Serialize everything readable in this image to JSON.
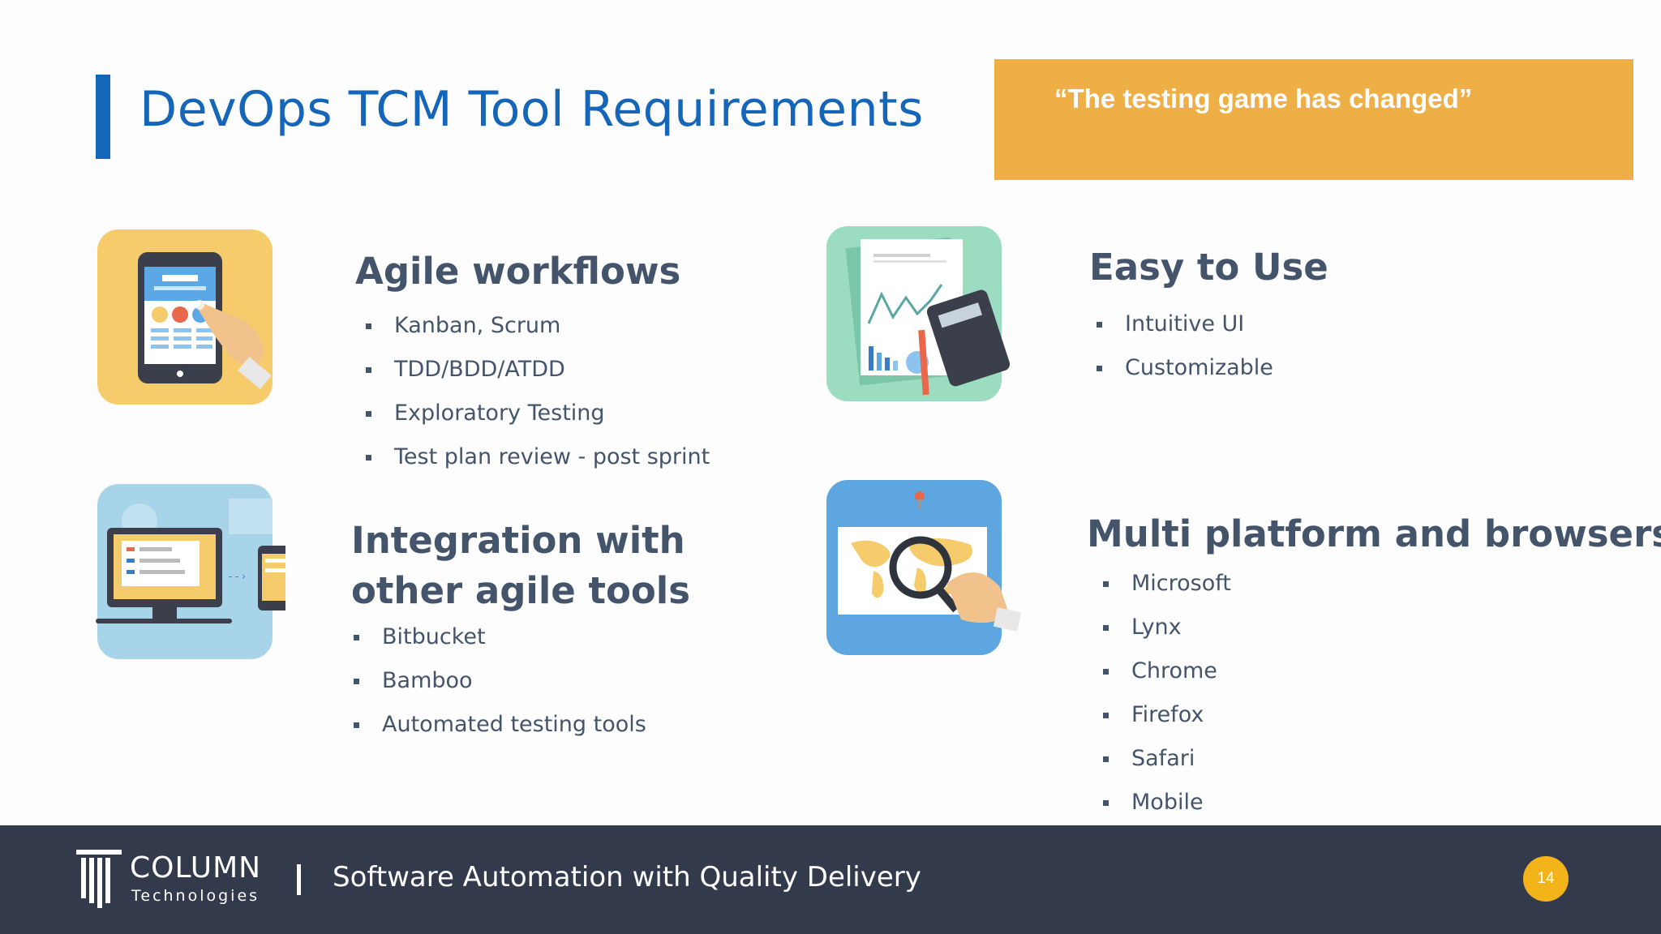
{
  "slide": {
    "title": "DevOps TCM Tool Requirements",
    "quote": "“The testing game has changed”",
    "sections": {
      "agile": {
        "heading": "Agile workflows",
        "bullets": [
          "Kanban, Scrum",
          "TDD/BDD/ATDD",
          "Exploratory Testing",
          "Test plan review - post sprint"
        ]
      },
      "integration": {
        "heading_line1": "Integration with",
        "heading_line2": "other agile tools",
        "bullets": [
          "Bitbucket",
          "Bamboo",
          "Automated testing tools"
        ]
      },
      "easy": {
        "heading": "Easy to Use",
        "bullets": [
          "Intuitive UI",
          "Customizable"
        ]
      },
      "multi": {
        "heading": "Multi platform and browsers",
        "bullets": [
          "Microsoft",
          "Lynx",
          "Chrome",
          "Firefox",
          "Safari",
          "Mobile"
        ]
      }
    }
  },
  "footer": {
    "logo_word": "COLUMN",
    "logo_sub": "Technologies",
    "tagline": "Software Automation with Quality Delivery",
    "page_number": "14"
  },
  "icons": {
    "agile": "tablet-touch-icon",
    "integration": "devices-sync-icon",
    "easy": "charts-calculator-icon",
    "multi": "world-map-magnifier-icon"
  },
  "colors": {
    "title": "#1565b8",
    "quote_box": "#eeaf46",
    "text": "#44546a",
    "footer": "#323a4c",
    "badge": "#f2b31b"
  }
}
